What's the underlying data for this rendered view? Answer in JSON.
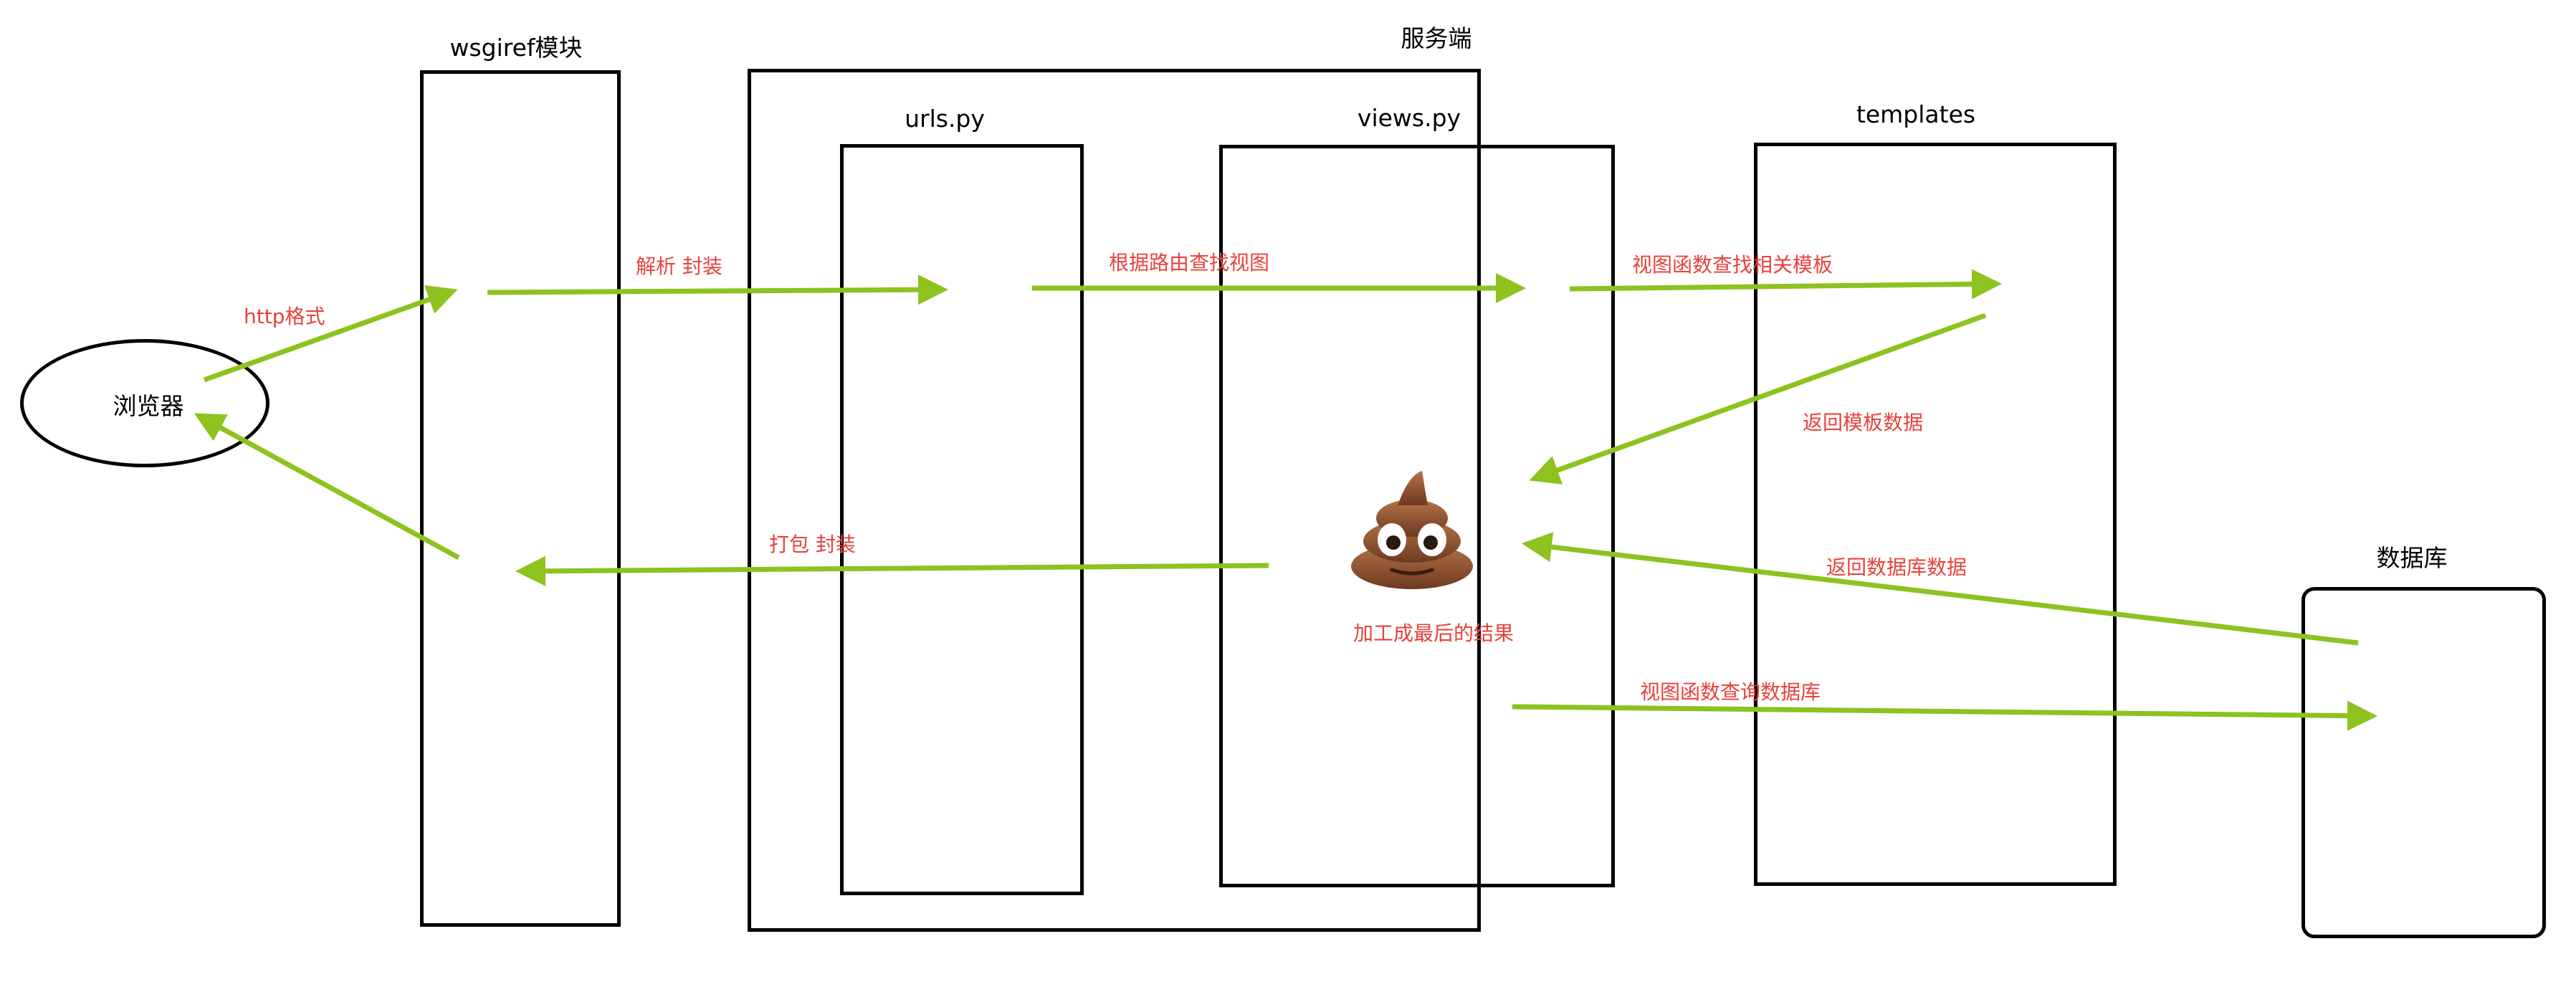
{
  "nodes": {
    "browser": "浏览器",
    "wsgiref": "wsgiref模块",
    "server": "服务端",
    "urls": "urls.py",
    "views": "views.py",
    "templates": "templates",
    "database": "数据库"
  },
  "edges": {
    "http_format": "http格式",
    "parse_wrap": "解析  封装",
    "route_lookup": "根据路由查找视图",
    "find_template": "视图函数查找相关模板",
    "return_template": "返回模板数据",
    "return_db": "返回数据库数据",
    "query_db": "视图函数查询数据库",
    "pack_wrap": "打包  封装",
    "final_result": "加工成最后的结果"
  },
  "colors": {
    "arrow": "#8dc21f",
    "label": "#e8413c",
    "stroke": "#000000"
  },
  "icons": {
    "result": "poop-emoji-icon"
  }
}
